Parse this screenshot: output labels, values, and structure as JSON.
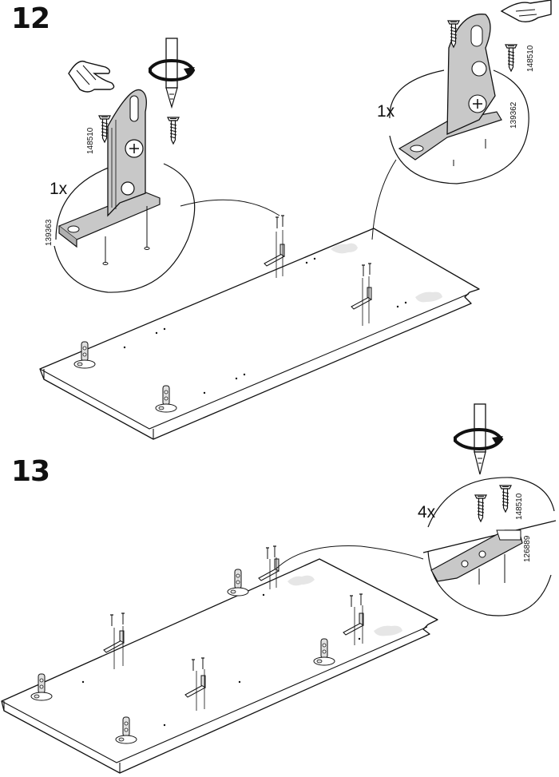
{
  "steps": [
    {
      "number": "12",
      "callouts": [
        {
          "quantity": "1x",
          "part_numbers": [
            "148510",
            "139363"
          ]
        },
        {
          "quantity": "1x",
          "part_numbers": [
            "148510",
            "139362"
          ]
        }
      ]
    },
    {
      "number": "13",
      "callouts": [
        {
          "quantity": "4x",
          "part_numbers": [
            "148510",
            "126889"
          ]
        }
      ]
    }
  ],
  "icons": [
    "hand-pointing-icon",
    "screwdriver-rotate-icon",
    "screw-icon",
    "hinge-bracket-icon",
    "shelf-panel-icon"
  ],
  "colors": {
    "ink": "#111111",
    "part_fill": "#c8c8c8",
    "shadow_fill": "#e6e6e6",
    "background": "#ffffff"
  }
}
